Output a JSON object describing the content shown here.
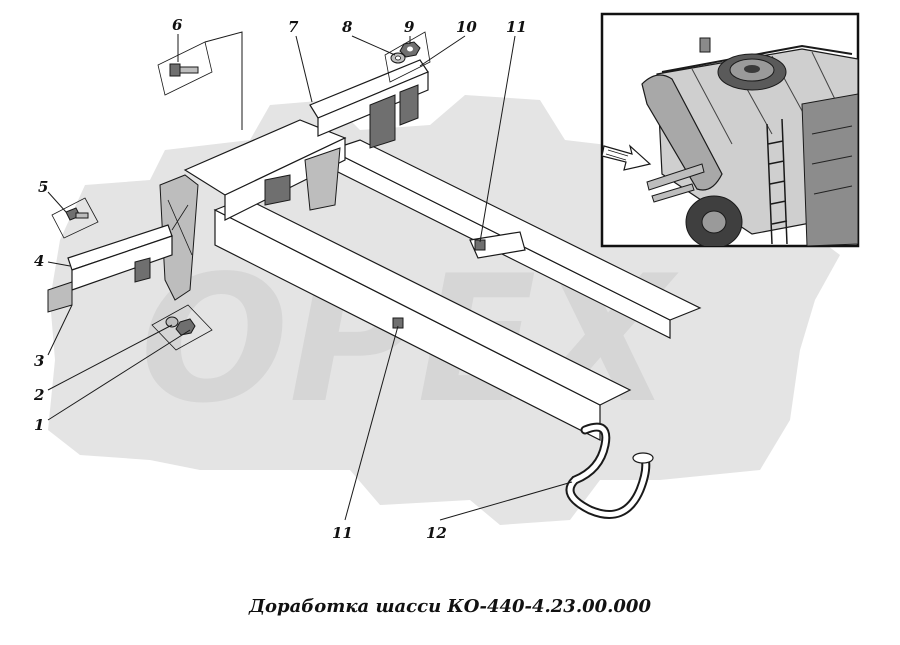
{
  "title": "Доработка шасси КО-440-4.23.00.000",
  "watermark": {
    "text": "OPEX",
    "color": "#d6d6d6",
    "gear_color": "#e4e4e4"
  },
  "callouts": [
    {
      "id": "c1",
      "label": "1"
    },
    {
      "id": "c2",
      "label": "2"
    },
    {
      "id": "c3",
      "label": "3"
    },
    {
      "id": "c4",
      "label": "4"
    },
    {
      "id": "c5",
      "label": "5"
    },
    {
      "id": "c6",
      "label": "6"
    },
    {
      "id": "c7",
      "label": "7"
    },
    {
      "id": "c8",
      "label": "8"
    },
    {
      "id": "c9",
      "label": "9"
    },
    {
      "id": "c10",
      "label": "10"
    },
    {
      "id": "c11a",
      "label": "11"
    },
    {
      "id": "c11b",
      "label": "11"
    },
    {
      "id": "c12",
      "label": "12"
    }
  ],
  "icons": [
    "bolt-icon",
    "nut-icon",
    "washer-icon",
    "hose-icon",
    "arrow-icon",
    "spare-wheel-icon"
  ]
}
